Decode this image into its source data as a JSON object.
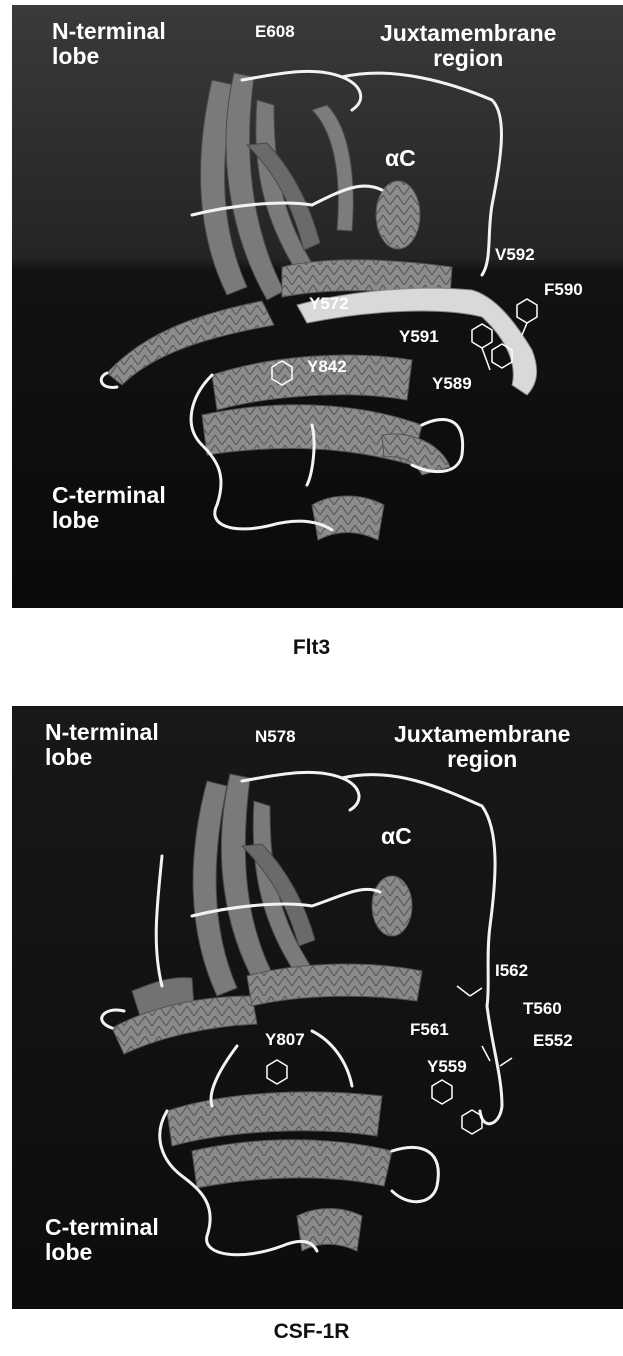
{
  "panels": [
    {
      "caption": "Flt3",
      "regions": {
        "n_terminal": "N-terminal\nlobe",
        "juxtamembrane": "Juxtamembrane\nregion",
        "c_terminal": "C-terminal\nlobe",
        "alpha_c": "αC"
      },
      "residues": [
        "E608",
        "V592",
        "F590",
        "Y572",
        "Y591",
        "Y842",
        "Y589"
      ]
    },
    {
      "caption": "CSF-1R",
      "regions": {
        "n_terminal": "N-terminal\nlobe",
        "juxtamembrane": "Juxtamembrane\nregion",
        "c_terminal": "C-terminal\nlobe",
        "alpha_c": "αC"
      },
      "residues": [
        "N578",
        "I562",
        "T560",
        "F561",
        "Y807",
        "E552",
        "Y559"
      ]
    }
  ],
  "colors": {
    "panel_background": "#0d0d0d",
    "ribbon": "#8a8a8a",
    "loop": "#f2f2f2",
    "label": "#ffffff"
  }
}
